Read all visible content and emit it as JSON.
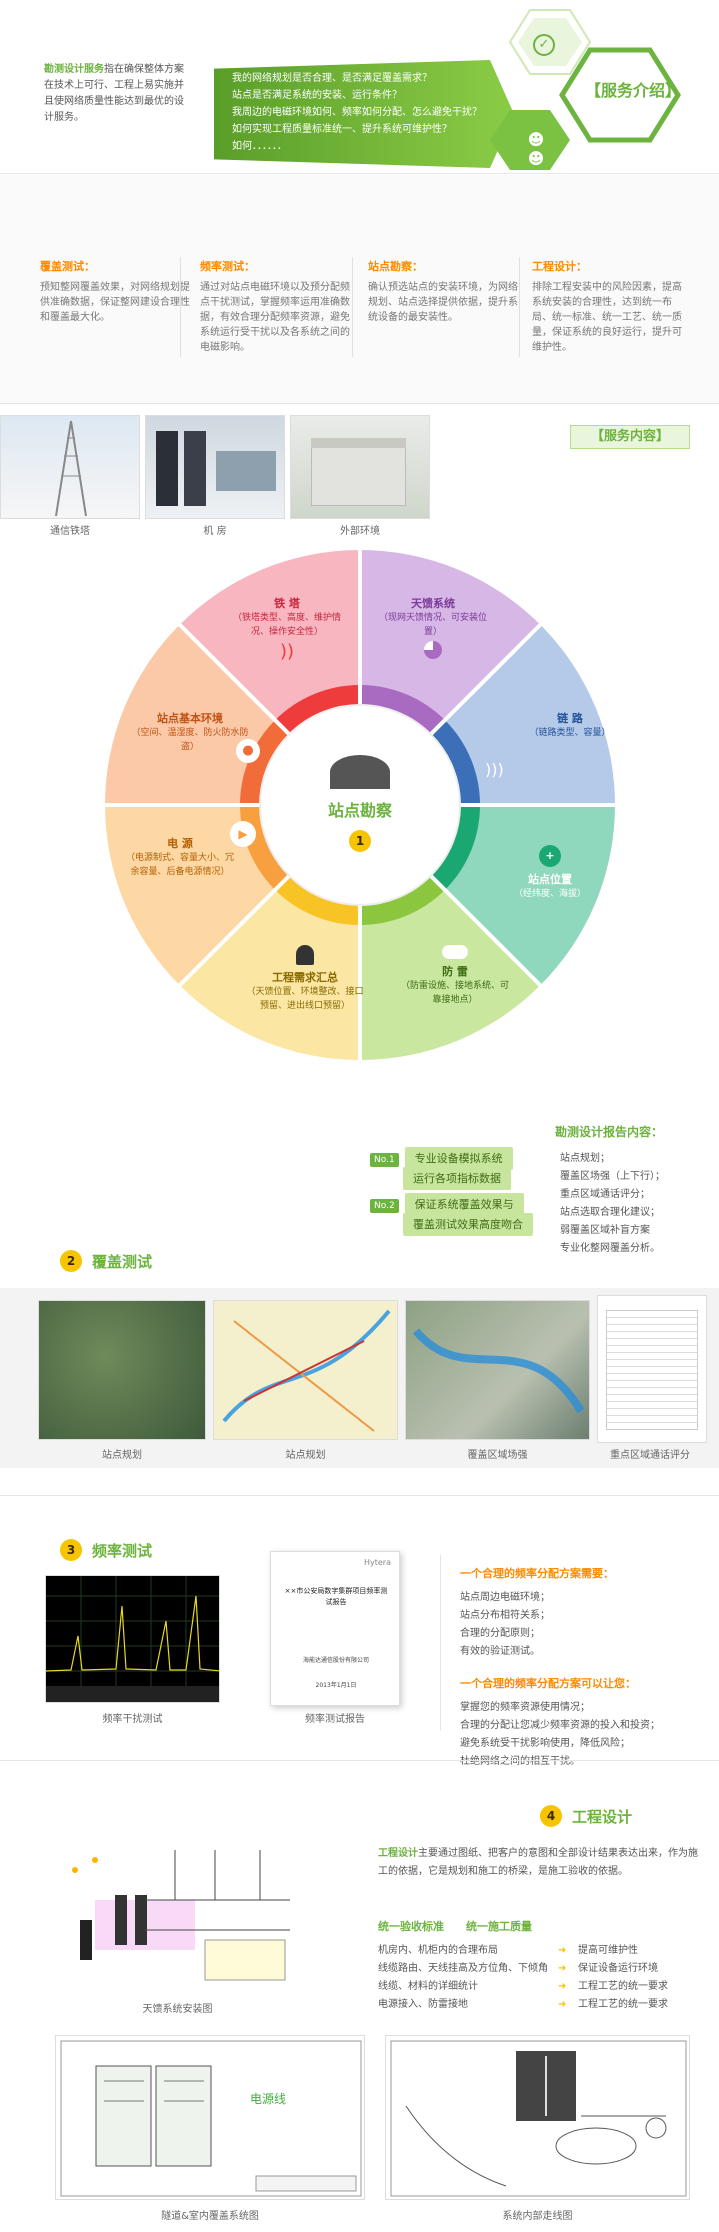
{
  "colors": {
    "accent_green": "#6db33f",
    "accent_lime": "#7bc142",
    "accent_yellow": "#f6c400",
    "accent_orange": "#ff8a00",
    "wheel_pink": "#ef5a6d",
    "wheel_purple": "#a86bc1",
    "wheel_blue": "#3b6fb7",
    "wheel_teal": "#1aa772",
    "wheel_lime": "#8cc63f",
    "wheel_gold": "#f7c325",
    "wheel_peach": "#f8a040",
    "wheel_red": "#ee3b3b"
  },
  "hero": {
    "left_text": {
      "title": "勘测设计服务",
      "body": "指在确保整体方案在技术上可行、工程上易实施并且使网络质量性能达到最优的设计服务。"
    },
    "questions": [
      "我的网络规划是否合理、是否满足覆盖需求？",
      "站点是否满足系统的安装、运行条件？",
      "我周边的电磁环境如何、频率如何分配、怎么避免干扰？",
      "如何实现工程质量标准统一、提升系统可维护性？",
      "如何．．．．．．"
    ],
    "service_badge": "【服务介绍】",
    "icons": [
      "check-icon",
      "chat-people-icon",
      "document-icon"
    ]
  },
  "features": [
    {
      "title": "覆盖测试：",
      "body": "预知整网覆盖效果，对网络规划提供准确数据，保证整网建设合理性和覆盖最大化。"
    },
    {
      "title": "频率测试：",
      "body": "通过对站点电磁环境以及预分配频点干扰测试，掌握频率运用准确数据，有效合理分配频率资源，避免系统运行受干扰以及各系统之间的电磁影响。"
    },
    {
      "title": "站点勘察：",
      "body": "确认预选站点的安装环境，为网络规划、站点选择提供依据，提升系统设备的最安装性。"
    },
    {
      "title": "工程设计：",
      "body": "排除工程安装中的风险因素，提高系统安装的合理性，达到统一布局、统一标准、统一工艺、统一质量，保证系统的良好运行，提升可维护性。"
    }
  ],
  "service_content": {
    "label": "【服务内容】",
    "photos": [
      {
        "caption": "通信铁塔",
        "icon": "tower-photo"
      },
      {
        "caption": "机  房",
        "icon": "server-room-photo"
      },
      {
        "caption": "外部环境",
        "icon": "outdoor-photo"
      }
    ]
  },
  "wheel": {
    "center_label": "站点勘察",
    "center_number": "1",
    "segments": [
      {
        "title": "铁 塔",
        "body": "（铁塔类型、高度、维护情况、操作安全性）",
        "icon": "signal-icon"
      },
      {
        "title": "天馈系统",
        "body": "（现网天馈情况、可安装位置）",
        "icon": "pie-icon"
      },
      {
        "title": "链 路",
        "body": "（链路类型、容量）",
        "icon": "wifi-icon"
      },
      {
        "title": "站点位置",
        "body": "（经纬度、海拔）",
        "icon": "plus-icon"
      },
      {
        "title": "防 雷",
        "body": "（防雷设施、接地系统、可靠接地点）",
        "icon": "cloud-icon"
      },
      {
        "title": "工程需求汇总",
        "body": "（天馈位置、环境整改、接口预留、进出线口预留）",
        "icon": "person-icon"
      },
      {
        "title": "电 源",
        "body": "（电源制式、容量大小、冗余容量、后备电源情况）",
        "icon": "play-icon"
      },
      {
        "title": "站点基本环境",
        "body": "（空间、温湿度、防火防水防盗）",
        "icon": "user-icon"
      }
    ]
  },
  "report": {
    "title": "勘测设计报告内容：",
    "badge1": "No.1",
    "badge2": "No.2",
    "left_items": [
      "专业设备模拟系统",
      "运行各项指标数据",
      "保证系统覆盖效果与",
      "覆盖测试效果高度吻合"
    ],
    "right_items": [
      "站点规划；",
      "覆盖区场强（上下行）；",
      "重点区域通话评分；",
      "站点选取合理化建议；",
      "弱覆盖区域补盲方案",
      "专业化整网覆盖分析。"
    ]
  },
  "coverage": {
    "number": "2",
    "title": "覆盖测试",
    "images": [
      {
        "caption": "站点规划",
        "icon": "map-satellite"
      },
      {
        "caption": "站点规划",
        "icon": "map-roads"
      },
      {
        "caption": "覆盖区域场强",
        "icon": "map-coverage"
      },
      {
        "caption": "重点区域通话评分",
        "icon": "table-sheet"
      }
    ]
  },
  "frequency": {
    "number": "3",
    "title": "频率测试",
    "images": [
      {
        "caption": "频率干扰测试",
        "icon": "spectrum-graph"
      },
      {
        "caption": "频率测试报告",
        "icon": "report-cover"
      }
    ],
    "report_cover": {
      "title": "××市公安局数字集群项目频率测试报告",
      "org": "海能达通信股份有限公司",
      "date": "2013年1月1日",
      "logo": "Hytera"
    },
    "block1_title": "一个合理的频率分配方案需要：",
    "block1_items": [
      "站点周边电磁环境；",
      "站点分布相符关系；",
      "合理的分配原则；",
      "有效的验证测试。"
    ],
    "block2_title": "一个合理的频率分配方案可以让您：",
    "block2_items": [
      "掌握您的频率资源使用情况；",
      "合理的分配让您减少频率资源的投入和投资；",
      "避免系统受干扰影响使用，降低风险；",
      "杜绝网络之间的相互干扰。"
    ]
  },
  "engineering": {
    "number": "4",
    "title": "工程设计",
    "intro_highlight": "工程设计",
    "intro": "主要通过图纸、把客户的意图和全部设计结果表达出来，作为施工的依据，它是规划和施工的桥梁，是施工验收的依据。",
    "standards_left": "统一验收标准",
    "standards_right": "统一施工质量",
    "rows": [
      {
        "left": "机房内、机柜内的合理布局",
        "right": "提高可维护性"
      },
      {
        "left": "线缆路由、天线挂高及方位角、下倾角",
        "right": "保证设备运行环境"
      },
      {
        "left": "线缆、材料的详细统计",
        "right": "工程工艺的统一要求"
      },
      {
        "left": "电源接入、防雷接地",
        "right": "工程工艺的统一要求"
      }
    ],
    "images": [
      {
        "caption": "天馈系统安装图",
        "icon": "antenna-diagram"
      },
      {
        "caption": "隧道&室内覆盖系统图",
        "icon": "tunnel-diagram"
      },
      {
        "caption": "系统内部走线图",
        "icon": "wiring-diagram"
      }
    ],
    "diagram_labels": {
      "power_line": "电源线"
    }
  }
}
